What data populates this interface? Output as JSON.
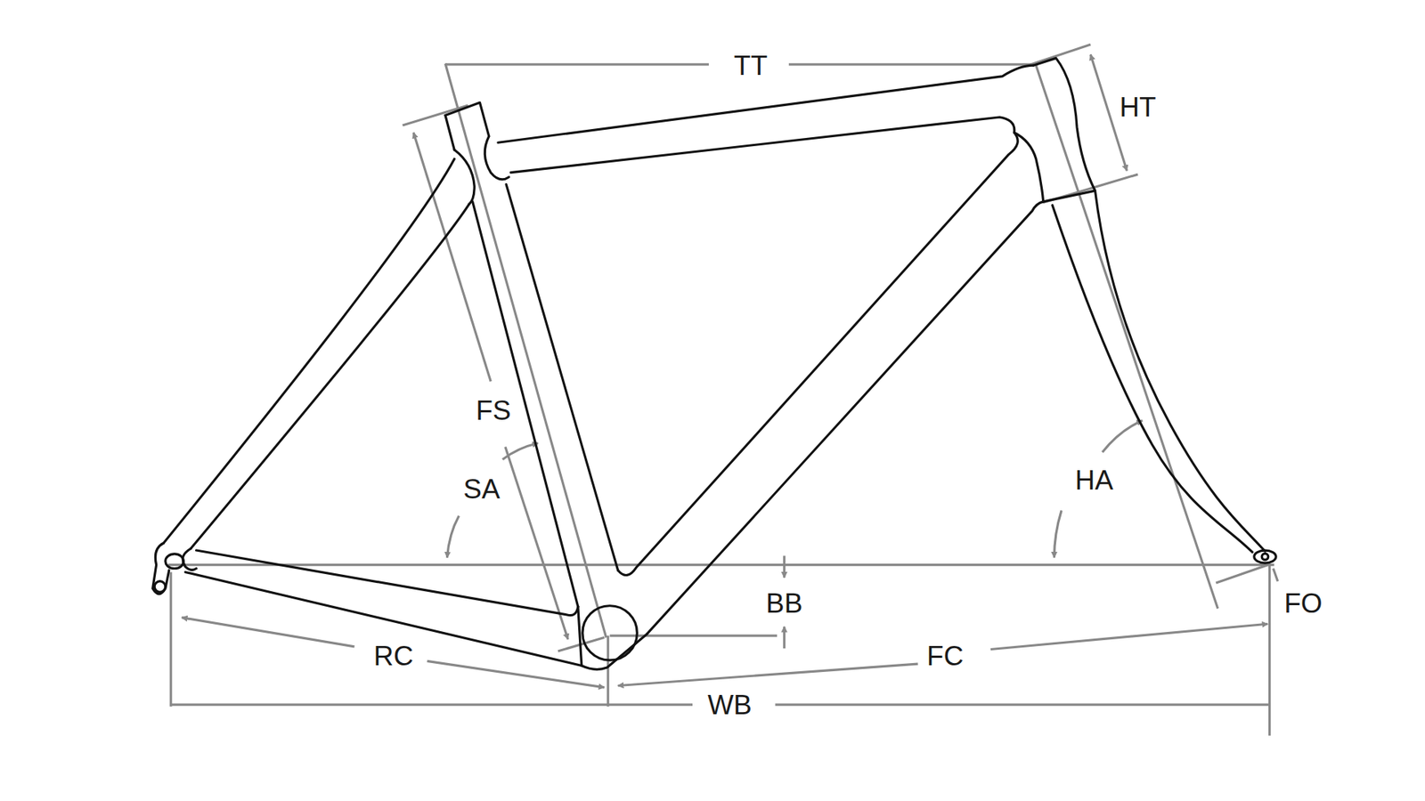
{
  "diagram": {
    "labels": [
      "TT",
      "HT",
      "FS",
      "SA",
      "HA",
      "BB",
      "FO",
      "RC",
      "FC",
      "WB"
    ]
  }
}
